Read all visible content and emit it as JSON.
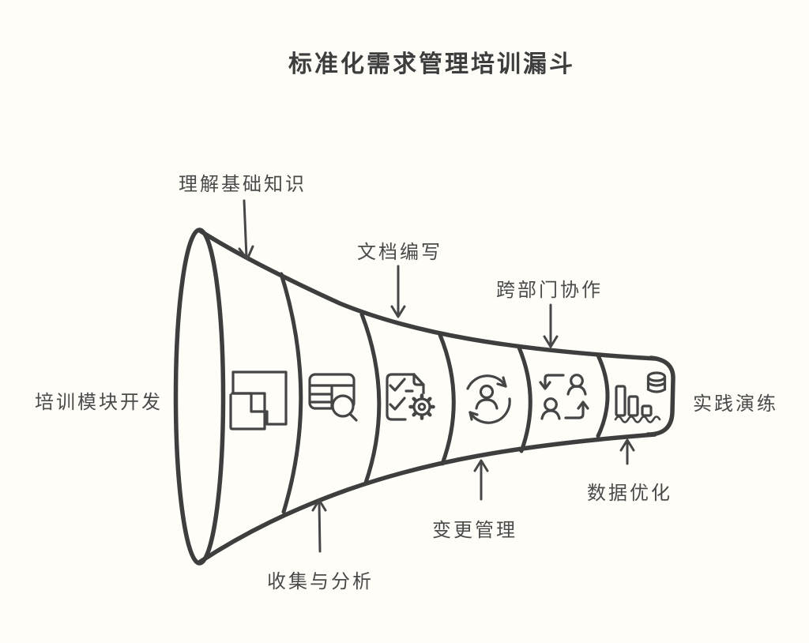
{
  "title": "标准化需求管理培训漏斗",
  "colors": {
    "ink": "#3e3e3e",
    "text": "#4a4a4a",
    "background": "#fffdf8"
  },
  "funnel": {
    "type": "horizontal-funnel",
    "mouth_label": "培训模块开发",
    "exit_label": "实践演练",
    "stages": [
      {
        "icon": "overlapping-frames-icon",
        "callout": "理解基础知识",
        "callout_side": "top"
      },
      {
        "icon": "table-search-icon",
        "callout": "收集与分析",
        "callout_side": "bottom"
      },
      {
        "icon": "checklist-gear-icon",
        "callout": "文档编写",
        "callout_side": "top"
      },
      {
        "icon": "user-refresh-icon",
        "callout": "变更管理",
        "callout_side": "bottom"
      },
      {
        "icon": "users-swap-icon",
        "callout": "跨部门协作",
        "callout_side": "top"
      },
      {
        "icon": "bar-chart-database-icon",
        "callout": "数据优化",
        "callout_side": "bottom"
      }
    ]
  }
}
